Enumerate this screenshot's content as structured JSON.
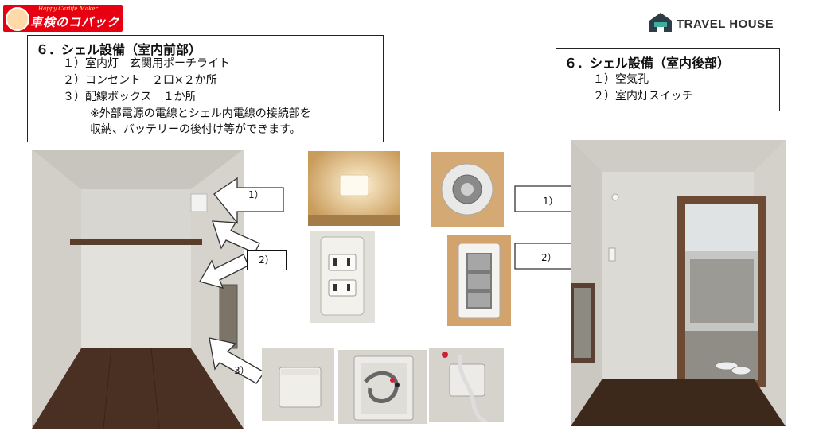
{
  "brand": {
    "tagline": "Happy Carlife Maker",
    "name": "車検のコバック"
  },
  "partner": {
    "name": "TRAVEL HOUSE"
  },
  "front_box": {
    "title": "６．シェル設備（室内前部）",
    "items": [
      "１）室内灯　玄関用ポーチライト",
      "２）コンセント　２口×２か所",
      "３）配線ボックス　１か所"
    ],
    "note": [
      "※外部電源の電線とシェル内電線の接続部を",
      "収納、バッテリーの後付け等ができます。"
    ]
  },
  "rear_box": {
    "title": "６．シェル設備（室内後部）",
    "items": [
      "１）空気孔",
      "２）室内灯スイッチ"
    ]
  },
  "callouts": {
    "front_1": "1）",
    "front_2": "2）",
    "front_3": "3）",
    "rear_1": "1）",
    "rear_2": "2）"
  }
}
